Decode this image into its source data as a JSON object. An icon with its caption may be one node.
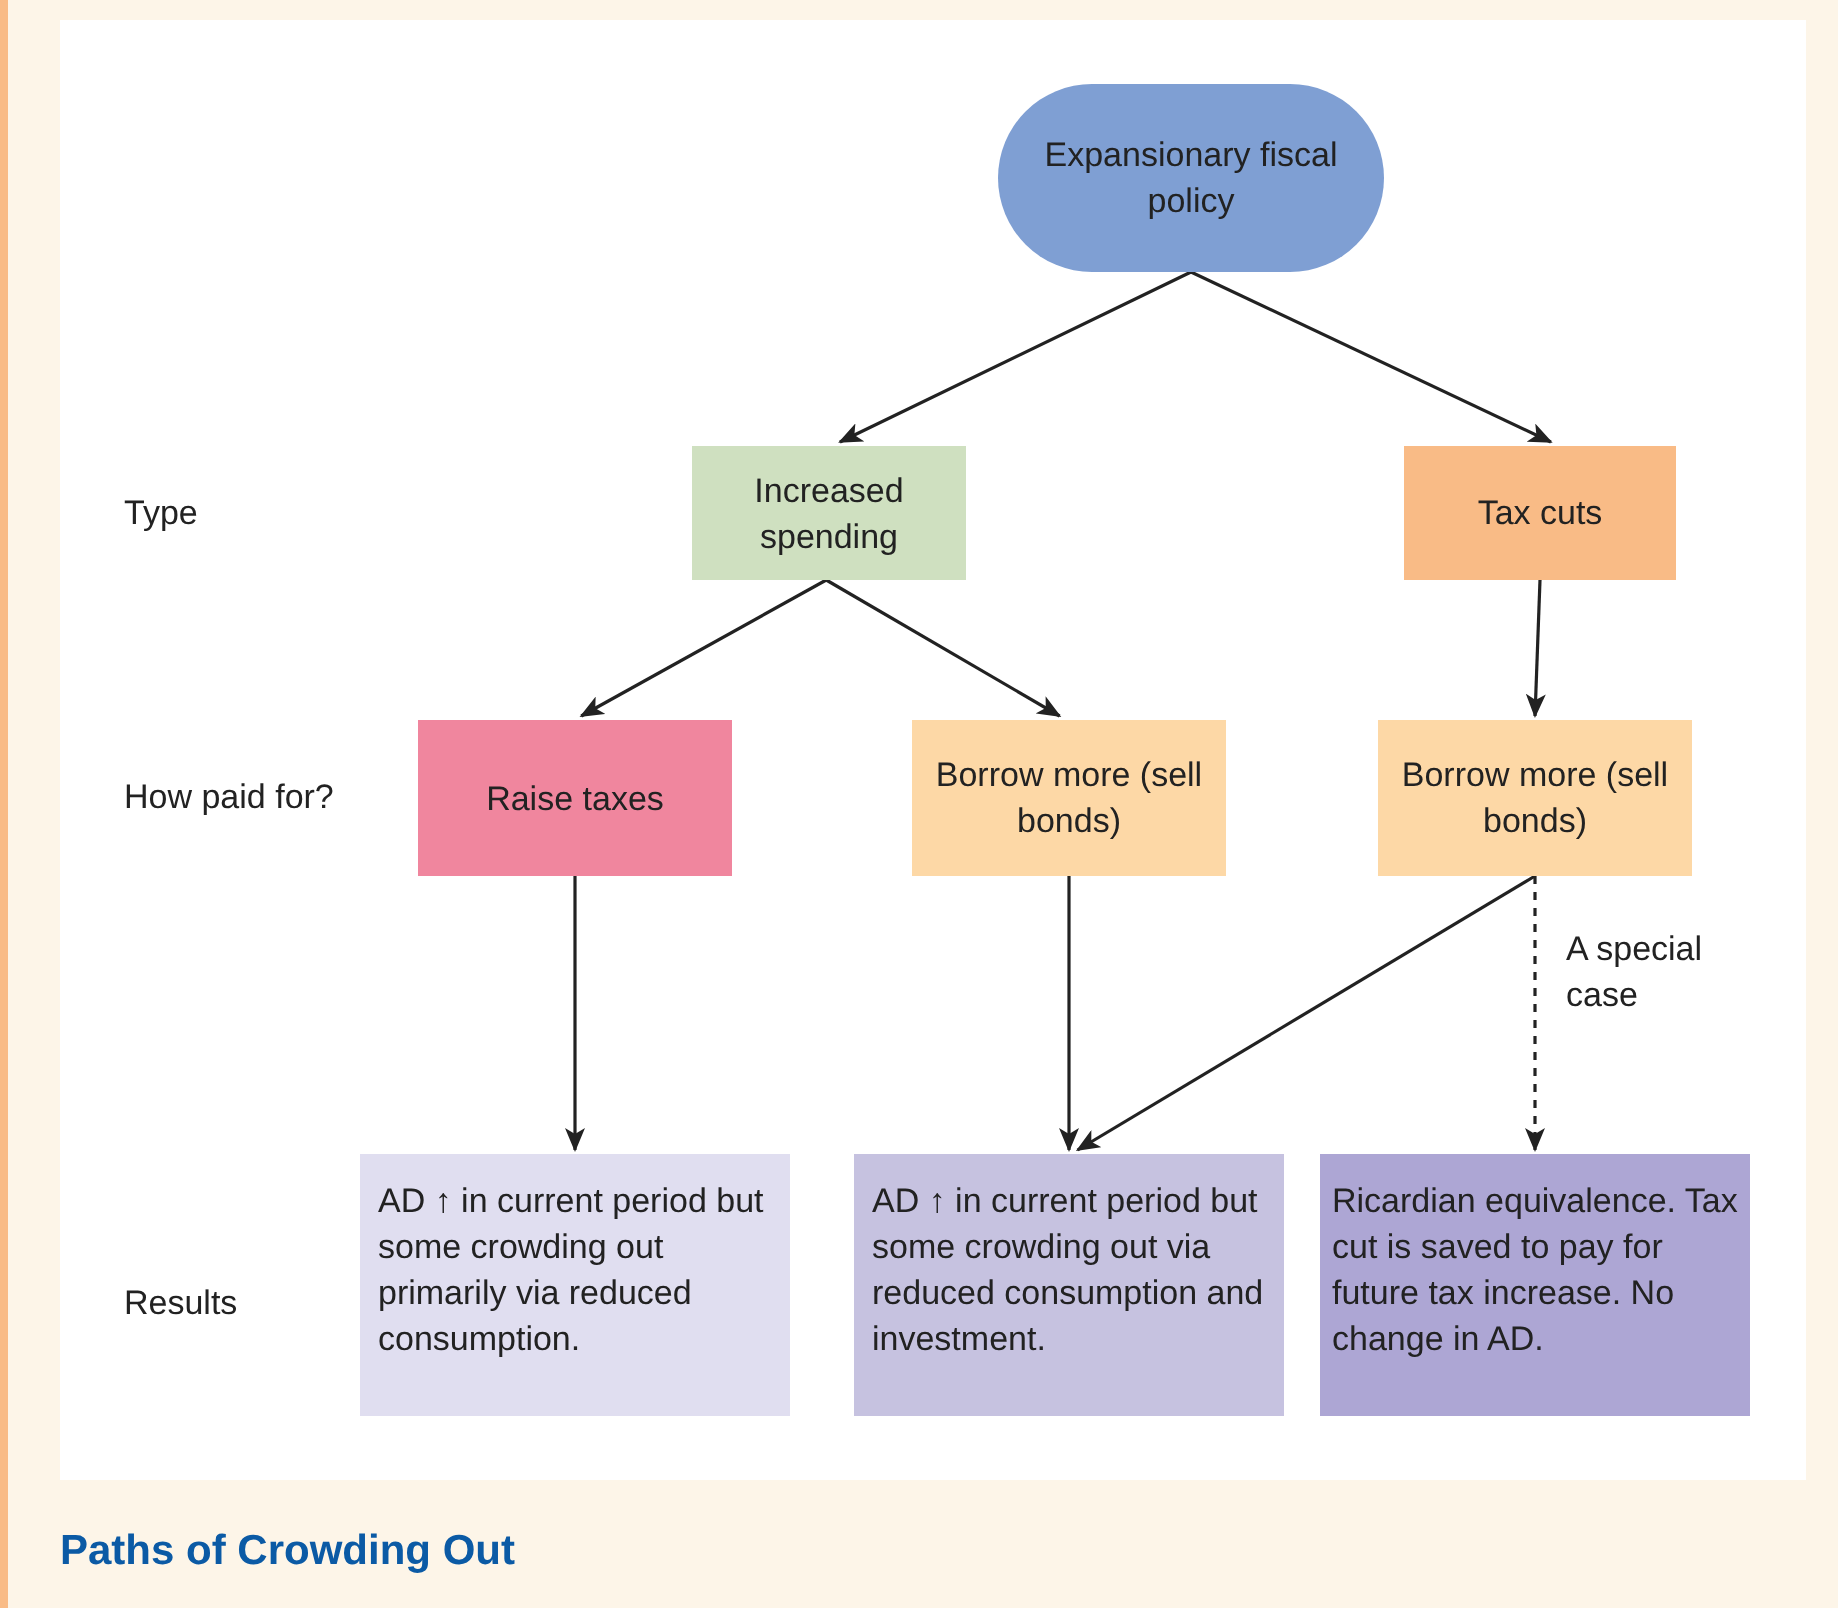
{
  "diagram": {
    "caption": "Paths of Crowding Out",
    "nodes": [
      {
        "text": [
          "Expansionary fiscal policy"
        ]
      },
      {
        "text": [
          "Increased spending"
        ]
      },
      {
        "text": [
          "Tax cuts"
        ]
      },
      {
        "text": [
          "Raise taxes"
        ]
      },
      {
        "text": [
          "Borrow more (sell bonds)"
        ]
      },
      {
        "text": [
          "Borrow more (sell bonds)"
        ]
      },
      {
        "text": [
          "AD ↑ in current period but some crowding out primarily via reduced consumption."
        ]
      },
      {
        "text": [
          "AD ↑ in current period but some crowding out via reduced consumption and investment."
        ]
      },
      {
        "text": [
          "Ricardian equivalence. Tax cut is saved to pay for future tax increase. No change in AD."
        ]
      }
    ],
    "edges": [
      {
        "from": 0,
        "to": 1,
        "arrow": "to"
      },
      {
        "from": 0,
        "to": 2,
        "arrow": "to"
      },
      {
        "from": 1,
        "to": 3,
        "arrow": "to"
      },
      {
        "from": 1,
        "to": 4,
        "arrow": "to"
      },
      {
        "from": 2,
        "to": 5,
        "arrow": "to"
      },
      {
        "from": 3,
        "to": 6,
        "arrow": "to"
      },
      {
        "from": 4,
        "to": 7,
        "arrow": "to"
      },
      {
        "from": 5,
        "to": 7,
        "arrow": "to"
      },
      {
        "from": 5,
        "to": 8,
        "arrow": "to",
        "style": "dashed",
        "label": "A special case"
      }
    ],
    "labels": [
      "Type",
      "How paid for?",
      "Results"
    ]
  }
}
